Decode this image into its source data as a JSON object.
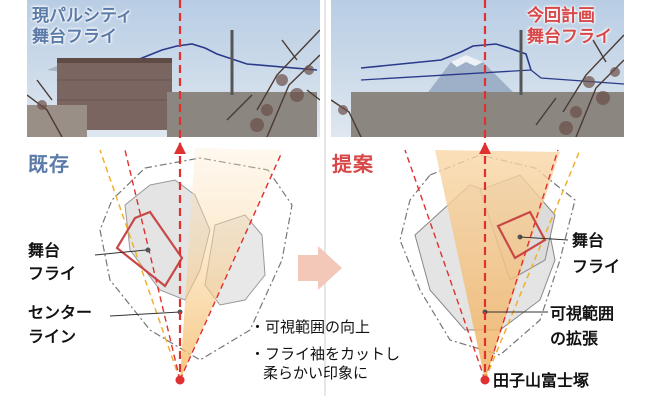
{
  "left_panel": {
    "photo_label_line1": "現パルシティ",
    "photo_label_line2": "舞台フライ",
    "section_title": "既存",
    "label_flyloft": [
      "舞台",
      "フライ"
    ],
    "label_centerline": [
      "センター",
      "ライン"
    ]
  },
  "right_panel": {
    "photo_label_line1": "今回計画",
    "photo_label_line2": "舞台フライ",
    "section_title": "提案",
    "label_flyloft": [
      "舞台",
      "フライ"
    ],
    "label_visible_range": [
      "可視範囲",
      "の拡張"
    ],
    "viewpoint_label": "田子山富士塚"
  },
  "notes": {
    "note1": "・可視範囲の向上",
    "note2_line1": "・フライ袖をカットし",
    "note2_line2": "柔らかい印象に"
  },
  "colors": {
    "existing_title": "#5a7aa8",
    "proposal_title": "#d84848",
    "centerline": "#e03030",
    "flyloft": "#c84848",
    "sightline_yellow": "#f0b030",
    "sky": "#c5d6e8"
  }
}
